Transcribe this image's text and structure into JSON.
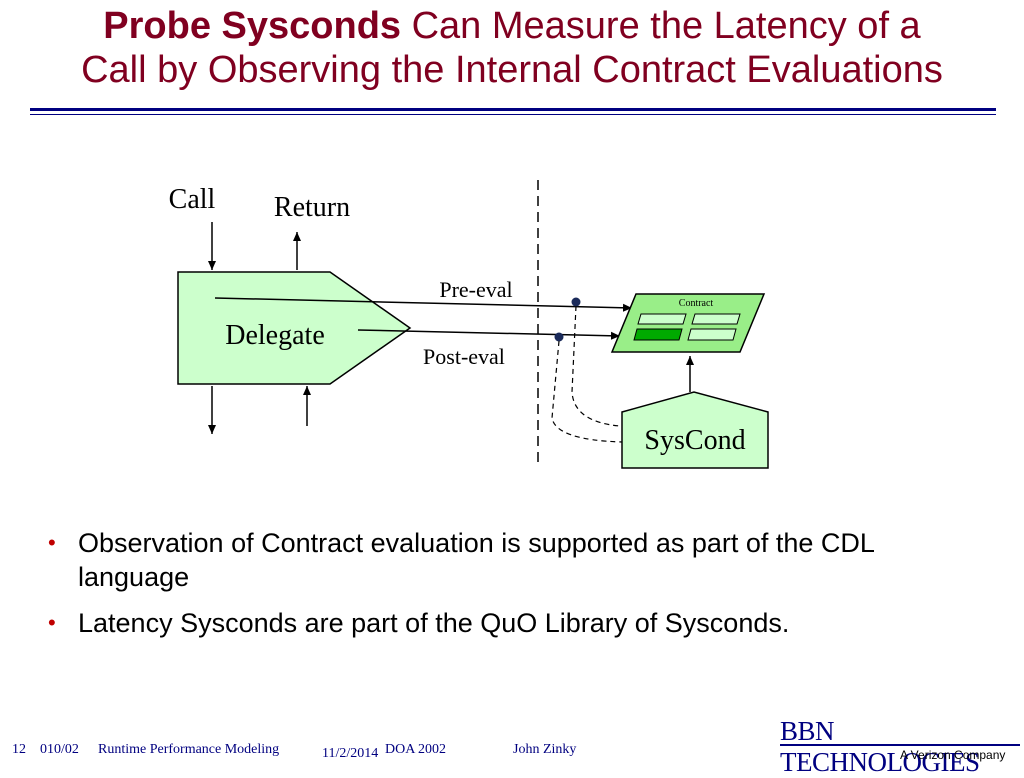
{
  "title": {
    "bold": "Probe Sysconds",
    "rest": " Can Measure the Latency of a",
    "line2": "Call by Observing the Internal Contract Evaluations"
  },
  "diagram": {
    "call": "Call",
    "return": "Return",
    "delegate": "Delegate",
    "pre_eval": "Pre-eval",
    "post_eval": "Post-eval",
    "contract": "Contract",
    "syscond": "SysCond"
  },
  "bullets": [
    "Observation of Contract evaluation is supported as part of the CDL language",
    "Latency Sysconds are part of the QuO Library of Sysconds."
  ],
  "footer": {
    "slide_number": "12",
    "date_code": "010/02",
    "course": "Runtime Performance Modeling",
    "date": "11/2/2014",
    "event": "DOA 2002",
    "author": "John Zinky"
  },
  "logo": {
    "name": "BBN TECHNOLOGIES",
    "tagline": "A Verizon Company"
  },
  "colors": {
    "title": "#800020",
    "rule": "#000080",
    "box_fill": "#ccffcc",
    "contract_fill": "#99ee88",
    "bullet": "#c00000"
  }
}
